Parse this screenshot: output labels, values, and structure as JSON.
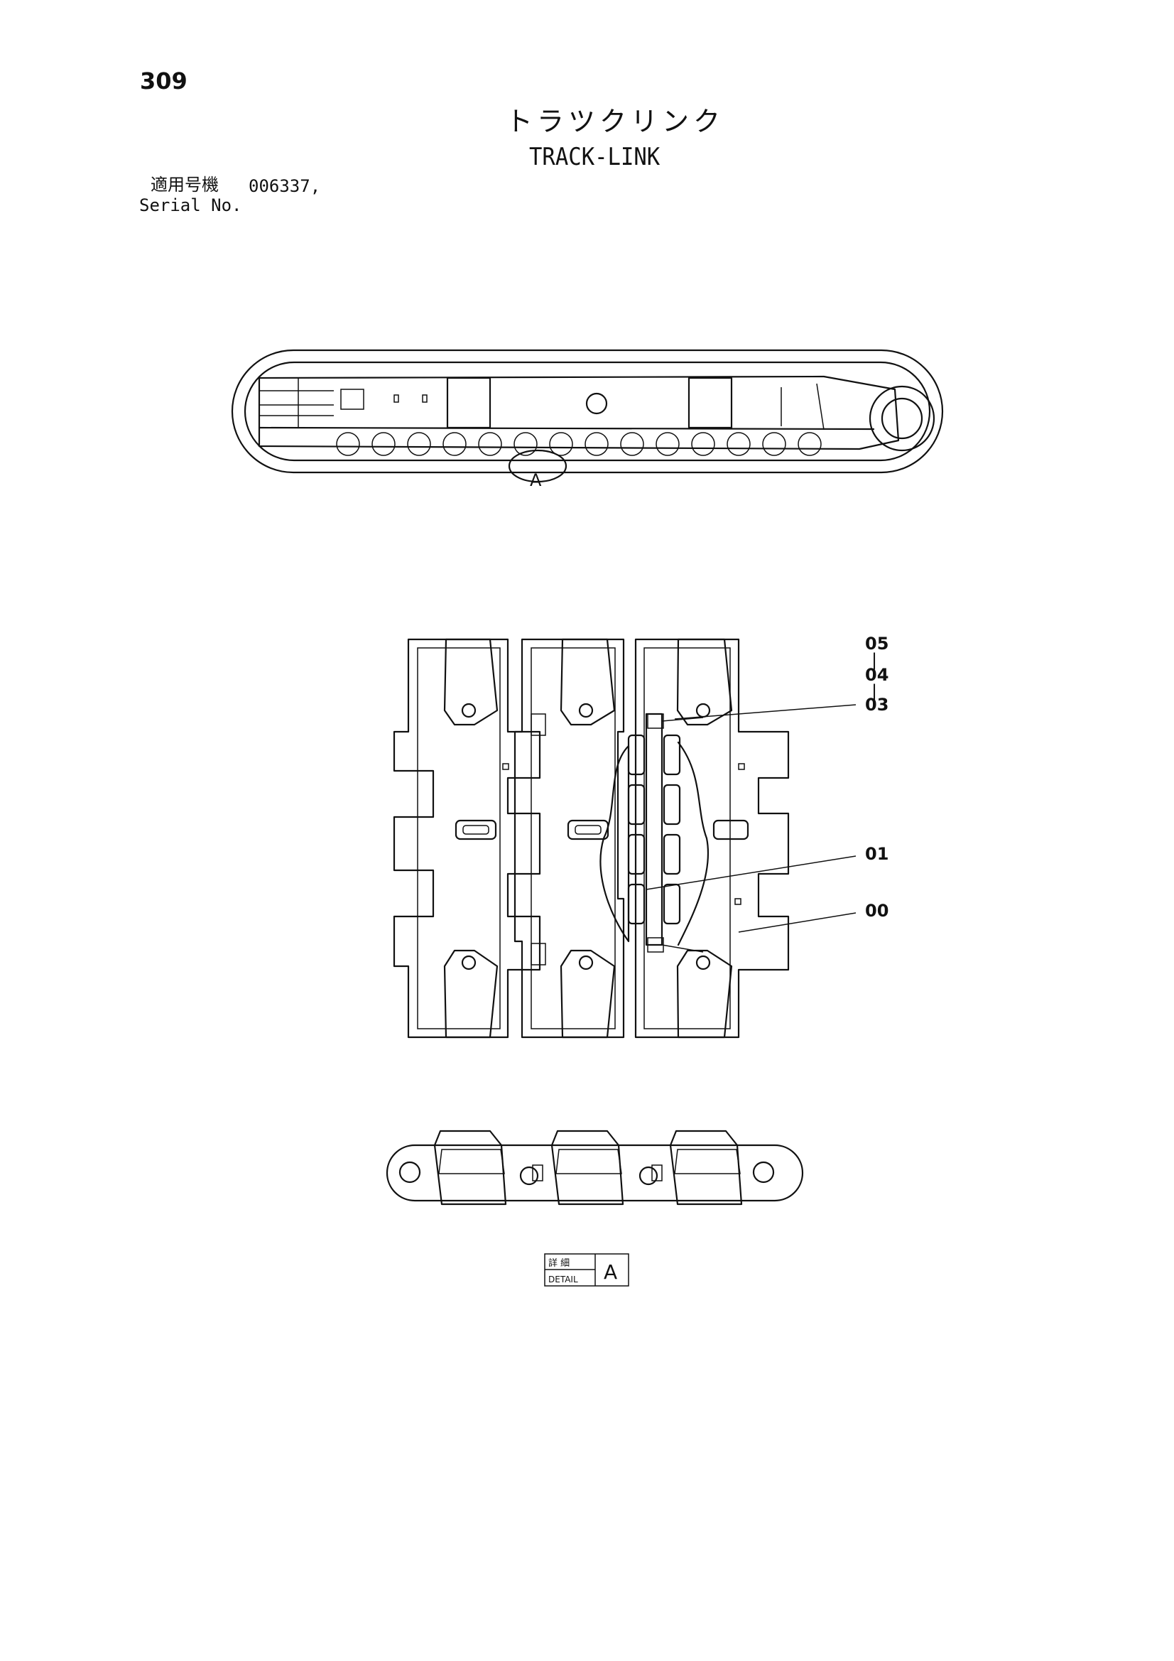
{
  "header": {
    "page_number": "309",
    "title_jp": "トラツクリンク",
    "title_en": "TRACK-LINK",
    "serial_label_jp": "適用号機",
    "serial_value": "006337,",
    "serial_label_en": "Serial No."
  },
  "diagram": {
    "overview_callout": "A",
    "part_labels": {
      "p05": "05",
      "p04": "04",
      "p03": "03",
      "p01": "01",
      "p00": "00",
      "dash": "|"
    },
    "detail_box": {
      "jp": "詳 細",
      "en": "DETAIL",
      "letter": "A"
    }
  }
}
